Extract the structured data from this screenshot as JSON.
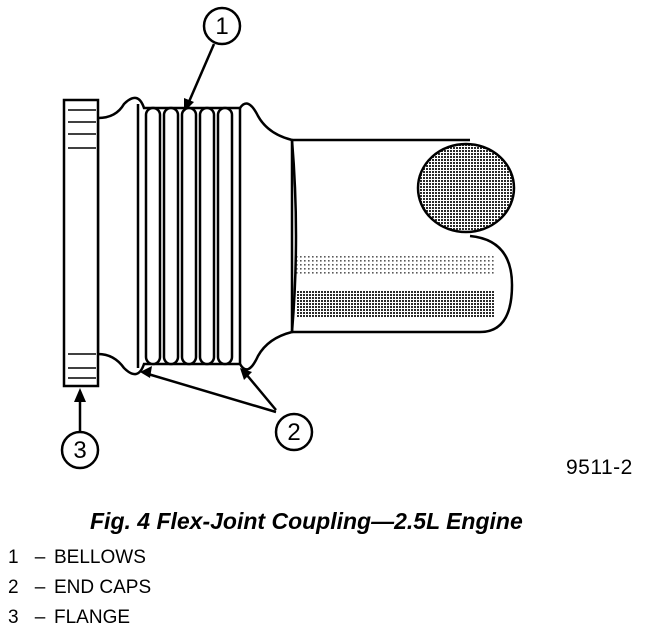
{
  "callouts": [
    {
      "number": "1"
    },
    {
      "number": "2"
    },
    {
      "number": "3"
    }
  ],
  "figure_id": "9511-2",
  "caption": "Fig. 4 Flex-Joint Coupling—2.5L Engine",
  "legend": [
    {
      "number": "1",
      "dash": "–",
      "label": "BELLOWS"
    },
    {
      "number": "2",
      "dash": "–",
      "label": "END CAPS"
    },
    {
      "number": "3",
      "dash": "–",
      "label": "FLANGE"
    }
  ]
}
